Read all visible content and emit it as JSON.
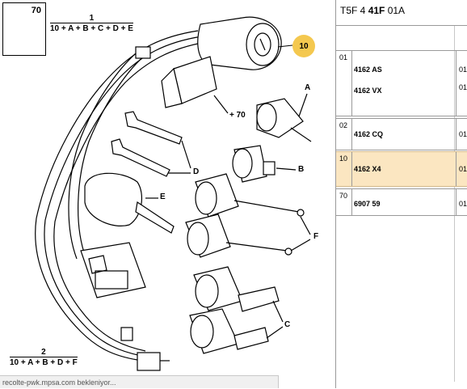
{
  "diagram": {
    "inset_number": "70",
    "formula_top": {
      "label": "1",
      "expr": "10 + A + B + C + D + E"
    },
    "formula_bottom": {
      "label": "2",
      "expr": "10 + A + B + D + F"
    },
    "callout_10": "10",
    "callout_70": "70",
    "part_letters": [
      "A",
      "B",
      "C",
      "D",
      "E",
      "F"
    ],
    "highlight_color": "#f4c84f"
  },
  "status_bar": {
    "text": "recolte-pwk.mpsa.com bekleniyor..."
  },
  "parts_panel": {
    "header": {
      "prefix": "T5F 4 ",
      "bold": "41F",
      "suffix": " 01A"
    },
    "rows": [
      {
        "index": "01",
        "refs": [
          "4162 AS",
          "4162 VX"
        ],
        "qty": [
          "01",
          "01"
        ]
      },
      {
        "index": "02",
        "refs": [
          "4162 CQ"
        ],
        "qty": [
          "01"
        ]
      },
      {
        "index": "10",
        "refs": [
          "4162 X4"
        ],
        "qty": [
          "01"
        ],
        "highlighted": true
      },
      {
        "index": "70",
        "refs": [
          "6907 59"
        ],
        "qty": [
          "01"
        ]
      }
    ],
    "highlight_row_color": "#fbe6c1"
  }
}
